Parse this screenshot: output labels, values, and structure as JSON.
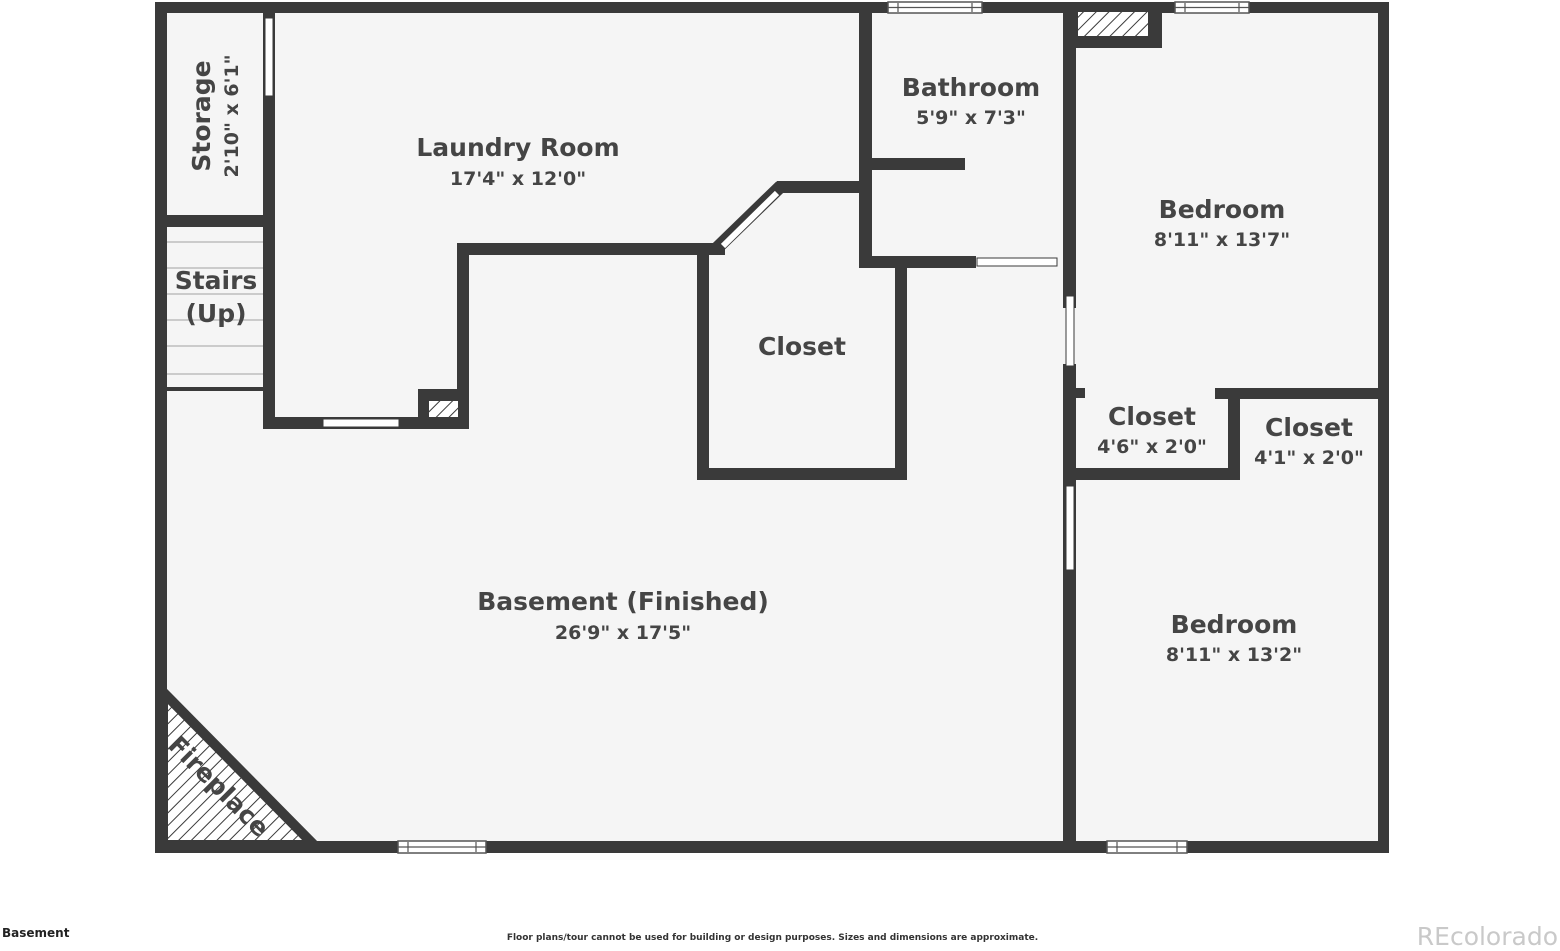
{
  "floor_label": "Basement",
  "disclaimer": "Floor plans/tour cannot be used for building or design purposes. Sizes and dimensions are approximate.",
  "brand": "REcolorado",
  "colors": {
    "wall": "#3a3a3a",
    "floor": "#f5f5f5",
    "text": "#454545",
    "window": "#ffffff",
    "hatch": "#3a3a3a"
  },
  "rooms": {
    "storage": {
      "name": "Storage",
      "dim": "2'10\" x 6'1\""
    },
    "stairs": {
      "name_line1": "Stairs",
      "name_line2": "(Up)"
    },
    "laundry": {
      "name": "Laundry Room",
      "dim": "17'4\" x 12'0\""
    },
    "bathroom": {
      "name": "Bathroom",
      "dim": "5'9\" x 7'3\""
    },
    "bedroom_top": {
      "name": "Bedroom",
      "dim": "8'11\" x 13'7\""
    },
    "closet_center": {
      "name": "Closet"
    },
    "closet_left": {
      "name": "Closet",
      "dim": "4'6\" x 2'0\""
    },
    "closet_right": {
      "name": "Closet",
      "dim": "4'1\" x 2'0\""
    },
    "basement": {
      "name": "Basement (Finished)",
      "dim": "26'9\" x 17'5\""
    },
    "bedroom_bottom": {
      "name": "Bedroom",
      "dim": "8'11\" x 13'2\""
    },
    "fireplace": {
      "name": "Fireplace"
    }
  }
}
